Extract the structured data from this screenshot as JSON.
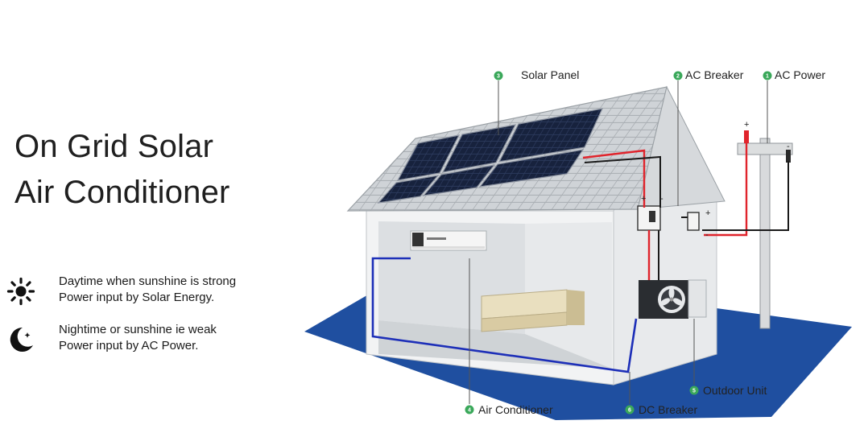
{
  "title": {
    "line1": "On Grid Solar",
    "line2": "Air Conditioner"
  },
  "legend": {
    "day": {
      "icon": "sun-icon",
      "line1": "Daytime when sunshine is strong",
      "line2": "Power input by Solar Energy."
    },
    "night": {
      "icon": "moon-icon",
      "line1": "Nightime or sunshine ie weak",
      "line2": "Power input by AC Power."
    }
  },
  "components": [
    {
      "number": "1",
      "label": "AC Power"
    },
    {
      "number": "2",
      "label": "AC Breaker"
    },
    {
      "number": "3",
      "label": "Solar Panel"
    },
    {
      "number": "4",
      "label": "Air Conditioner"
    },
    {
      "number": "5",
      "label": "Outdoor Unit"
    },
    {
      "number": "6",
      "label": "DC Breaker"
    }
  ],
  "polarity": {
    "plus": "+",
    "minus": "-"
  },
  "colors": {
    "badge": "#3aa85a",
    "ground": "#1f4fa0",
    "dc_wire": "#e0242c",
    "ac_wire": "#1d2fb8",
    "panel": "#16233f",
    "roof": "#c9cdd1"
  }
}
